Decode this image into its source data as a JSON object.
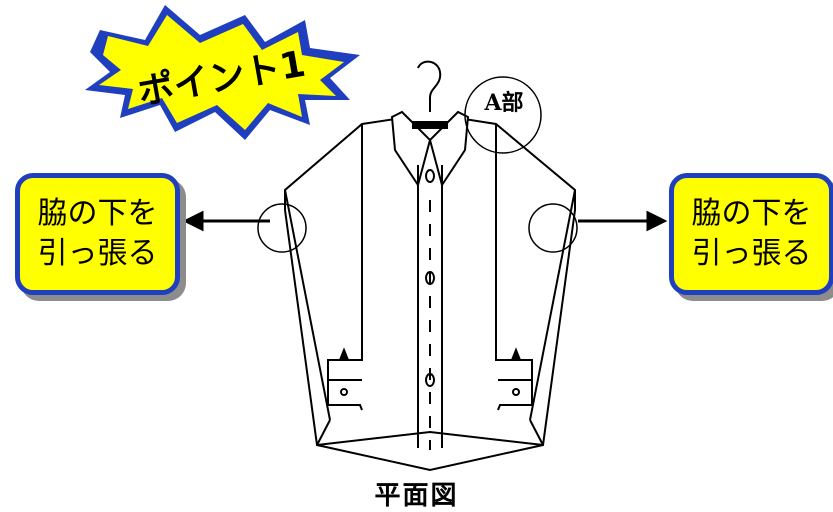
{
  "badge": {
    "text": "ポイント1",
    "fill": "#ffff00",
    "outline": "#1f3fbf"
  },
  "callouts": {
    "left": {
      "text": "脇の下を\n引っ張る"
    },
    "right": {
      "text": "脇の下を\n引っ張る"
    }
  },
  "detail_label": "A部",
  "caption": "平面図",
  "colors": {
    "callout_fill": "#ffff00",
    "callout_border": "#1f3fbf",
    "line": "#000000"
  }
}
